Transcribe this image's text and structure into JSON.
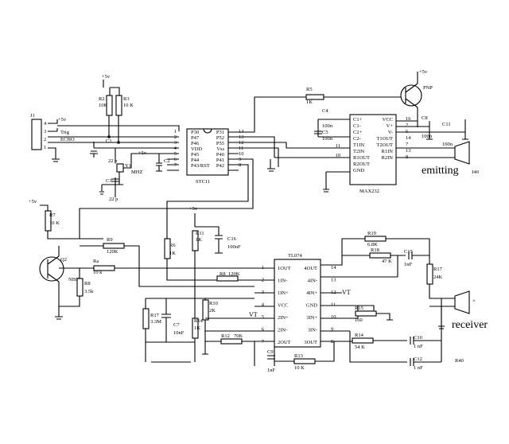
{
  "header": {
    "j1": "J1",
    "pin4": "4",
    "pin3": "3",
    "pin2": "2",
    "pin1": "1",
    "vcc5": "+5v",
    "trig": "Trig",
    "echo": "ECHO"
  },
  "stc": {
    "name": "STC11",
    "left_pins": [
      "1",
      "2",
      "3",
      "4",
      "5",
      "6",
      "7"
    ],
    "left_labels": [
      "P30",
      "P47",
      "P46",
      "VDD",
      "P45",
      "P44",
      "P43/RST"
    ],
    "right_labels": [
      "P31",
      "P52",
      "P55",
      "Vss",
      "P40",
      "P41",
      "P42"
    ],
    "right_pins": [
      "14",
      "13",
      "12",
      "11",
      "10",
      "9",
      "8"
    ]
  },
  "max": {
    "name": "MAX232",
    "left_labels": [
      "C1+",
      "C1-",
      "C2+",
      "C2-",
      "T1IN",
      "T2IN",
      "R1OUT",
      "R2OUT",
      "GND"
    ],
    "left_pins": [
      "11",
      "10"
    ],
    "right_labels": [
      "VCC",
      "V+",
      "V-",
      "T1OUT",
      "T2OUT",
      "R1IN",
      "R2IN"
    ],
    "right_pins": [
      "16",
      "2",
      "6",
      "14",
      "7",
      "13",
      "8"
    ]
  },
  "tl": {
    "name": "TL074",
    "left_labels": [
      "1OUT",
      "1IN-",
      "1IN+",
      "VCC",
      "2IN+",
      "2IN-",
      "2OUT"
    ],
    "left_pins": [
      "1",
      "2",
      "3",
      "4",
      "5",
      "6",
      "7"
    ],
    "right_labels": [
      "4OUT",
      "4IN-",
      "4IN+",
      "GND",
      "3IN+",
      "3IN-",
      "3OUT"
    ],
    "right_pins": [
      "14",
      "13",
      "12",
      "11",
      "10",
      "9",
      "8"
    ]
  },
  "parts": {
    "r2": "R2",
    "r2v": "10K",
    "r3": "R3",
    "r3v": "10 K",
    "vcc_top": "+5v",
    "c1": "C1",
    "c1v": "22 p",
    "c3": "C3",
    "c3v": "22 p",
    "y1": "Y1",
    "mhz": "MHZ",
    "c2": "C2",
    "vcc_stc": "+5v",
    "r5": "R5",
    "r5v": "1K",
    "pnp": "PNP",
    "vcc_pnp": "+5v",
    "c4": "C4",
    "c4v": "100n",
    "c5": "C5",
    "c5v": "100n",
    "c8": "C8",
    "c8v": "100n",
    "c11": "C11",
    "c11v": "100n",
    "j0": "J40",
    "r7": "R7",
    "r7v": "10 K",
    "vcc_r7": "+5v",
    "r9": "R9",
    "r9v": "120K",
    "ra": "Ra",
    "rav": "10 k",
    "q2": "Q2",
    "nbn": "NBN",
    "r8": "R8",
    "r8v": "3.5k",
    "vcc_r11": "+5v",
    "r11": "R11",
    "r11v": "1K",
    "c16": "C16",
    "c16v": "100nF",
    "r6": "R6",
    "r6v": "1K",
    "r8b": "R8",
    "r8bv": "120K",
    "r10": "R10",
    "r10v": "2K",
    "r17": "R17",
    "r17v": "3.3M",
    "c7": "C7",
    "c7v": "10nF",
    "r14": "R14",
    "r14v": "1K",
    "r12": "R12",
    "r12v": "70K",
    "c9": "C9",
    "c9v": "1nF",
    "r13": "R13",
    "r13v": "10 K",
    "r19": "R19",
    "r19v": "6.8K",
    "r18": "R18",
    "r18v": "47 K",
    "c15": "C15",
    "c15v": "1nF",
    "r17b": "R17",
    "r17bv": "24K",
    "vt": "VT",
    "vt2": "VT",
    "r15": "R15",
    "r15v": "160",
    "r14b": "R14",
    "r14bv": "54 K",
    "c10": "C10",
    "c10v": "1 nF",
    "c12": "C12",
    "c12v": "1 nF",
    "r40": "R40"
  },
  "labels": {
    "emitting": "emitting",
    "receiver": "receiver"
  }
}
